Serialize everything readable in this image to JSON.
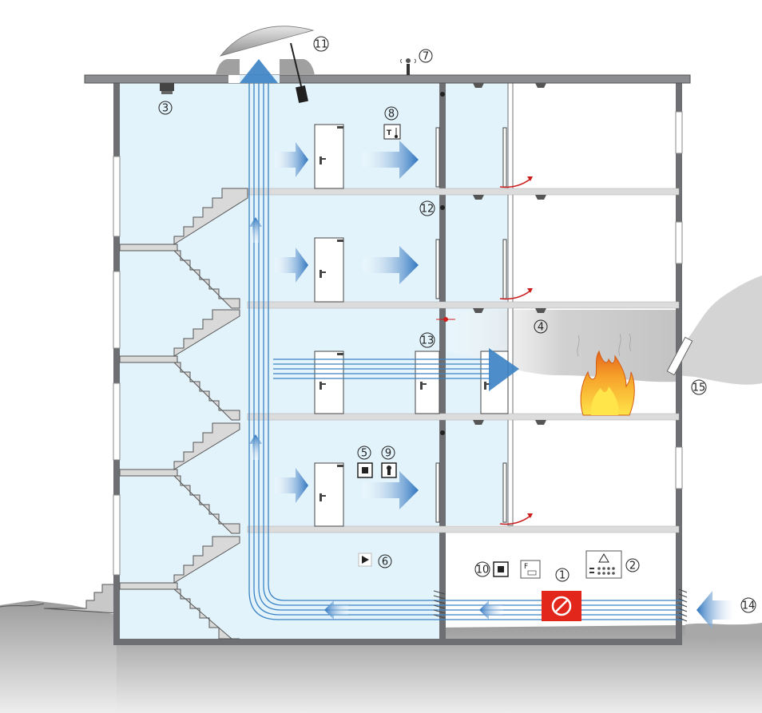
{
  "callouts": {
    "c1": "1",
    "c2": "2",
    "c3": "3",
    "c4": "4",
    "c5": "5",
    "c6": "6",
    "c7": "7",
    "c8": "8",
    "c9": "9",
    "c10": "10",
    "c11": "11",
    "c12": "12",
    "c13": "13",
    "c14": "14",
    "c15": "15"
  },
  "device_labels": {
    "f_panel": "F",
    "thermostat": "T"
  },
  "icons": {
    "control_panel": "fire-control-panel-icon",
    "warning_panel": "warning-keypad-icon",
    "smoke_fan": "smoke-fan-icon",
    "smoke_detector": "smoke-detector-icon",
    "key_switch": "key-switch-icon",
    "manual_call_point": "manual-call-point-icon",
    "play_button": "play-button-icon",
    "weather_station": "weather-station-icon",
    "smoke_vent": "roof-smoke-vent-icon",
    "fire": "fire-icon"
  },
  "colors": {
    "stair_air": "#e3f3fb",
    "airflow": "#3a82c4",
    "airflow_light": "#cfe6f6",
    "wall": "#6d6f72",
    "slab": "#dcdcdc",
    "ground": "#9a9a9a",
    "fire_orange": "#f0891d",
    "fire_yellow": "#ffd634",
    "control_red": "#e3261b",
    "exhaust_red": "#cc1d1d"
  }
}
